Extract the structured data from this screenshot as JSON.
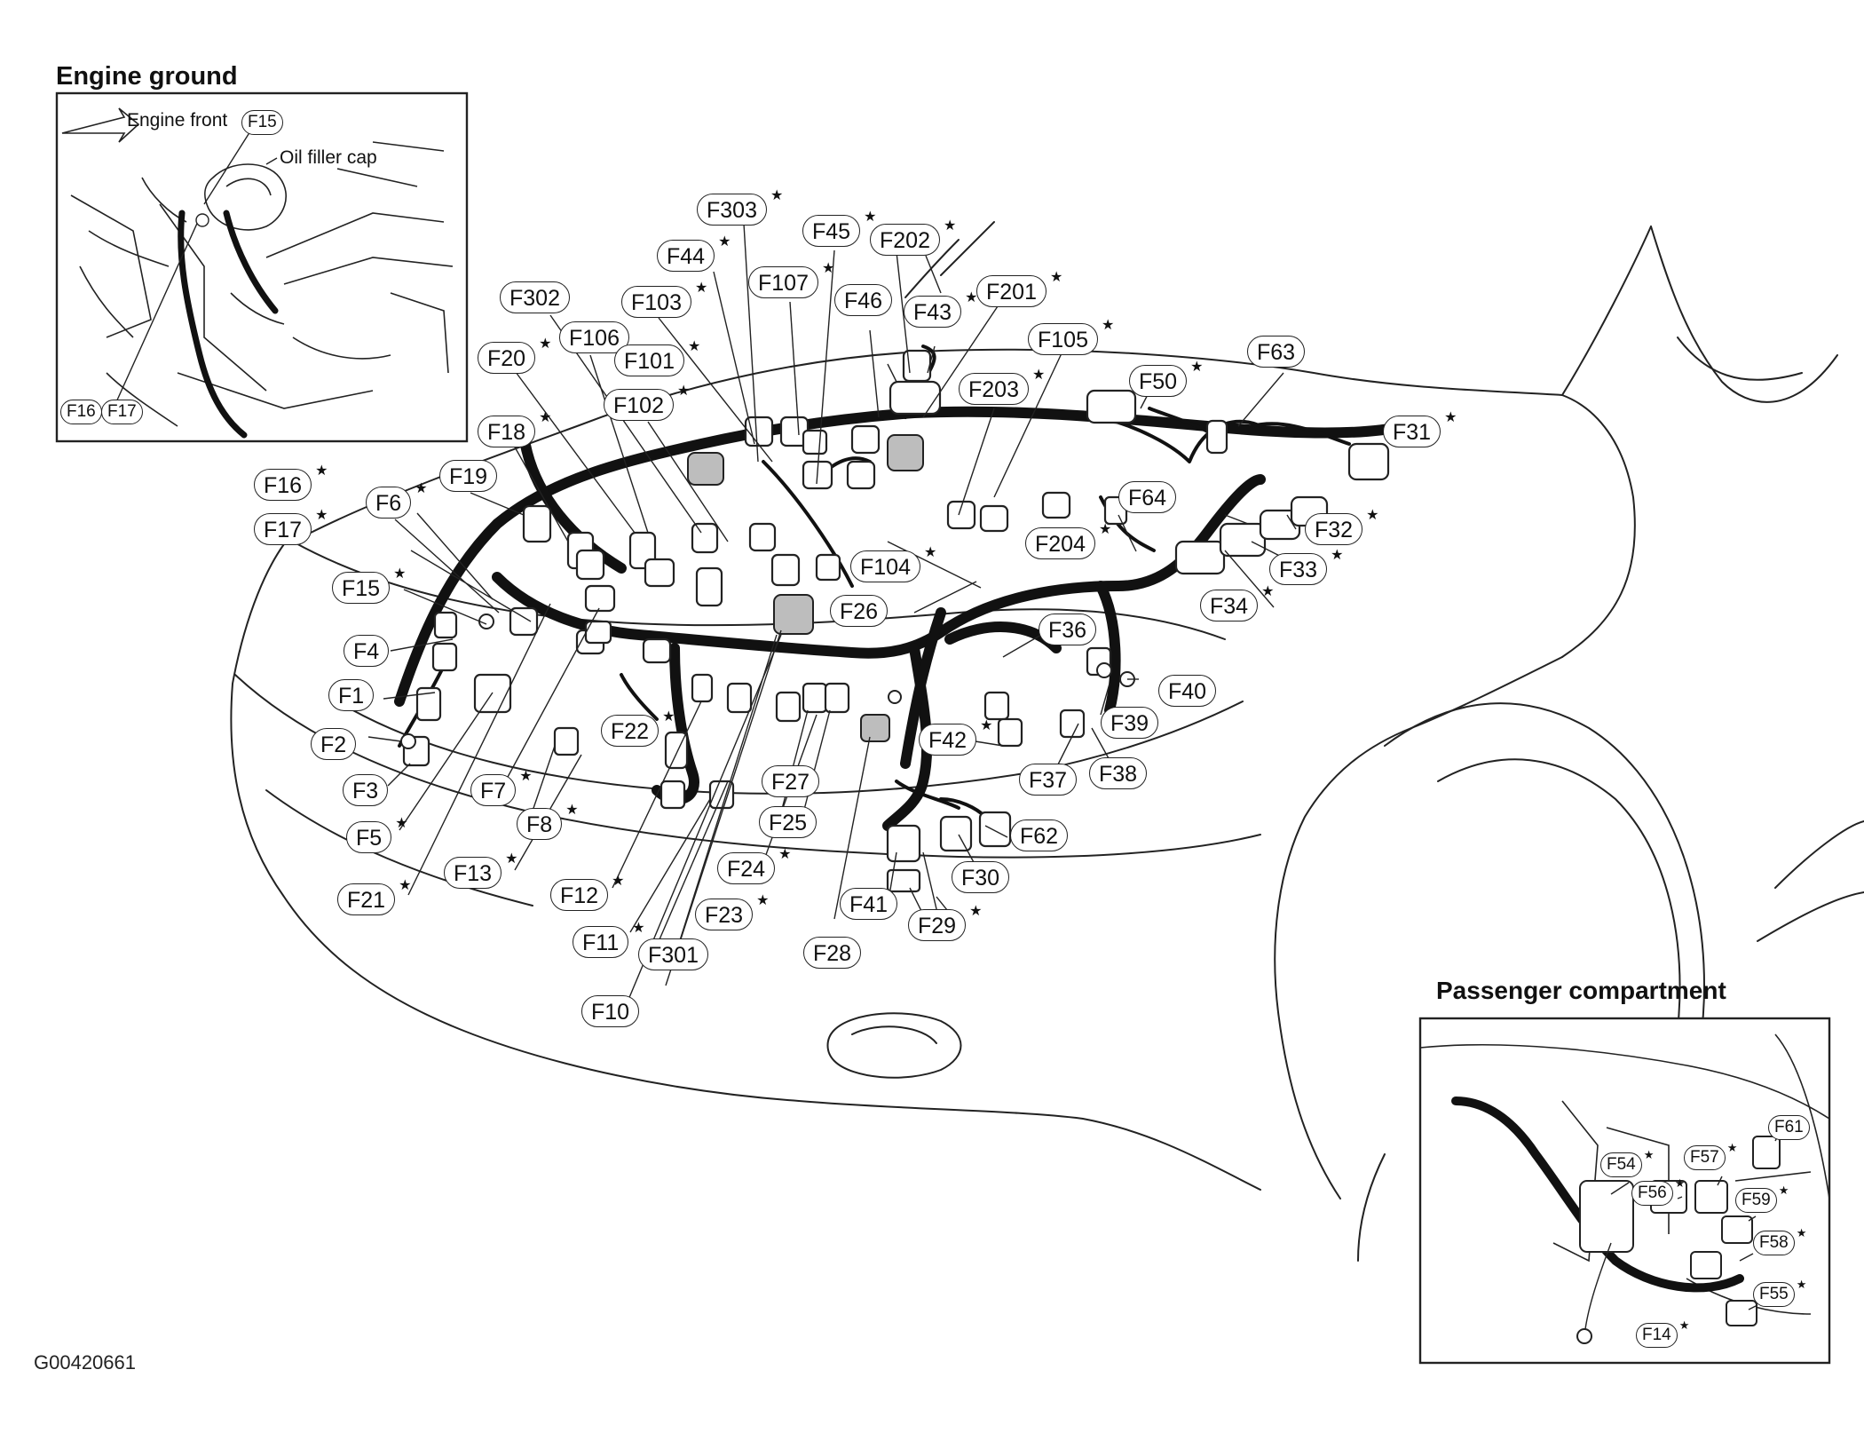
{
  "engine_ground": {
    "title": "Engine ground",
    "engine_front": "Engine front",
    "oil_filler_cap": "Oil filler cap",
    "labels": [
      "F15",
      "F16",
      "F17"
    ]
  },
  "passenger": {
    "title": "Passenger compartment",
    "labels": [
      {
        "text": "F54",
        "star": true
      },
      {
        "text": "F56",
        "star": true
      },
      {
        "text": "F57",
        "star": true
      },
      {
        "text": "F61",
        "star": false
      },
      {
        "text": "F59",
        "star": true
      },
      {
        "text": "F58",
        "star": true
      },
      {
        "text": "F55",
        "star": true
      },
      {
        "text": "F14",
        "star": true
      }
    ]
  },
  "figure_code": "G00420661",
  "labels": [
    {
      "text": "F303",
      "star": true
    },
    {
      "text": "F45",
      "star": true
    },
    {
      "text": "F202",
      "star": true
    },
    {
      "text": "F44",
      "star": true
    },
    {
      "text": "F107",
      "star": true
    },
    {
      "text": "F201",
      "star": true
    },
    {
      "text": "F103",
      "star": true
    },
    {
      "text": "F46",
      "star": false
    },
    {
      "text": "F43",
      "star": true
    },
    {
      "text": "F302",
      "star": false
    },
    {
      "text": "F106",
      "star": false
    },
    {
      "text": "F105",
      "star": true
    },
    {
      "text": "F20",
      "star": true
    },
    {
      "text": "F101",
      "star": true
    },
    {
      "text": "F50",
      "star": true
    },
    {
      "text": "F63",
      "star": false
    },
    {
      "text": "F102",
      "star": true
    },
    {
      "text": "F203",
      "star": true
    },
    {
      "text": "F18",
      "star": true
    },
    {
      "text": "F31",
      "star": true
    },
    {
      "text": "F19",
      "star": false
    },
    {
      "text": "F16",
      "star": true
    },
    {
      "text": "F6",
      "star": true
    },
    {
      "text": "F64",
      "star": false
    },
    {
      "text": "F17",
      "star": true
    },
    {
      "text": "F204",
      "star": true
    },
    {
      "text": "F32",
      "star": true
    },
    {
      "text": "F104",
      "star": true
    },
    {
      "text": "F33",
      "star": true
    },
    {
      "text": "F15",
      "star": true
    },
    {
      "text": "F26",
      "star": false
    },
    {
      "text": "F34",
      "star": true
    },
    {
      "text": "F4",
      "star": false
    },
    {
      "text": "F36",
      "star": false
    },
    {
      "text": "F1",
      "star": false
    },
    {
      "text": "F40",
      "star": false
    },
    {
      "text": "F22",
      "star": true
    },
    {
      "text": "F39",
      "star": false
    },
    {
      "text": "F2",
      "star": false
    },
    {
      "text": "F42",
      "star": true
    },
    {
      "text": "F27",
      "star": false
    },
    {
      "text": "F37",
      "star": false
    },
    {
      "text": "F38",
      "star": false
    },
    {
      "text": "F3",
      "star": false
    },
    {
      "text": "F7",
      "star": true
    },
    {
      "text": "F8",
      "star": true
    },
    {
      "text": "F25",
      "star": false
    },
    {
      "text": "F62",
      "star": false
    },
    {
      "text": "F5",
      "star": true
    },
    {
      "text": "F13",
      "star": true
    },
    {
      "text": "F24",
      "star": true
    },
    {
      "text": "F30",
      "star": false
    },
    {
      "text": "F12",
      "star": true
    },
    {
      "text": "F21",
      "star": true
    },
    {
      "text": "F41",
      "star": false
    },
    {
      "text": "F23",
      "star": true
    },
    {
      "text": "F29",
      "star": true
    },
    {
      "text": "F11",
      "star": true
    },
    {
      "text": "F301",
      "star": false
    },
    {
      "text": "F28",
      "star": false
    },
    {
      "text": "F10",
      "star": false
    }
  ]
}
